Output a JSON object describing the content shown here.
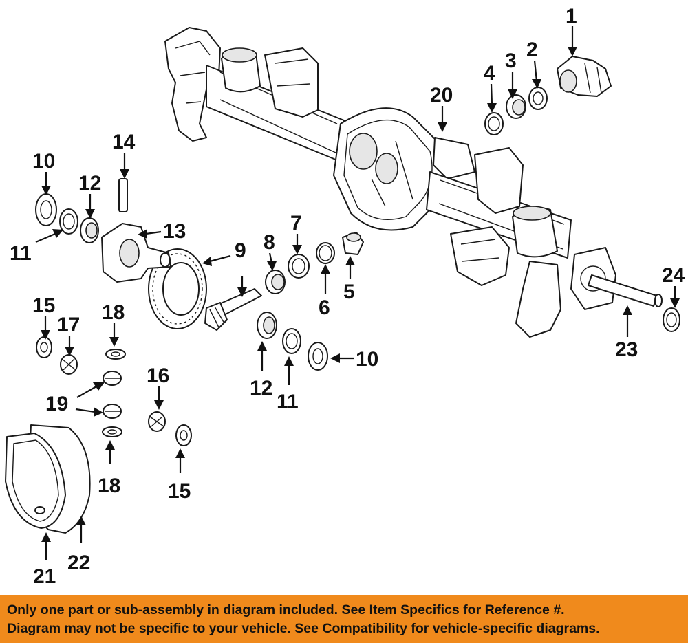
{
  "callouts": {
    "c1": "1",
    "c2": "2",
    "c3": "3",
    "c4": "4",
    "c5": "5",
    "c6": "6",
    "c7": "7",
    "c8": "8",
    "c9": "9",
    "c10a": "10",
    "c10b": "10",
    "c11a": "11",
    "c11b": "11",
    "c12a": "12",
    "c12b": "12",
    "c13": "13",
    "c14": "14",
    "c15a": "15",
    "c15b": "15",
    "c16": "16",
    "c17": "17",
    "c18a": "18",
    "c18b": "18",
    "c19": "19",
    "c20": "20",
    "c21": "21",
    "c22": "22",
    "c23": "23",
    "c24": "24"
  },
  "footer": {
    "line1": "Only one part or sub-assembly in diagram included. See Item Specifics for Reference #.",
    "line2": "Diagram may not be specific to your vehicle. See Compatibility for vehicle-specific diagrams."
  },
  "colors": {
    "footer_bg": "#f08a1c",
    "ink": "#111111"
  }
}
